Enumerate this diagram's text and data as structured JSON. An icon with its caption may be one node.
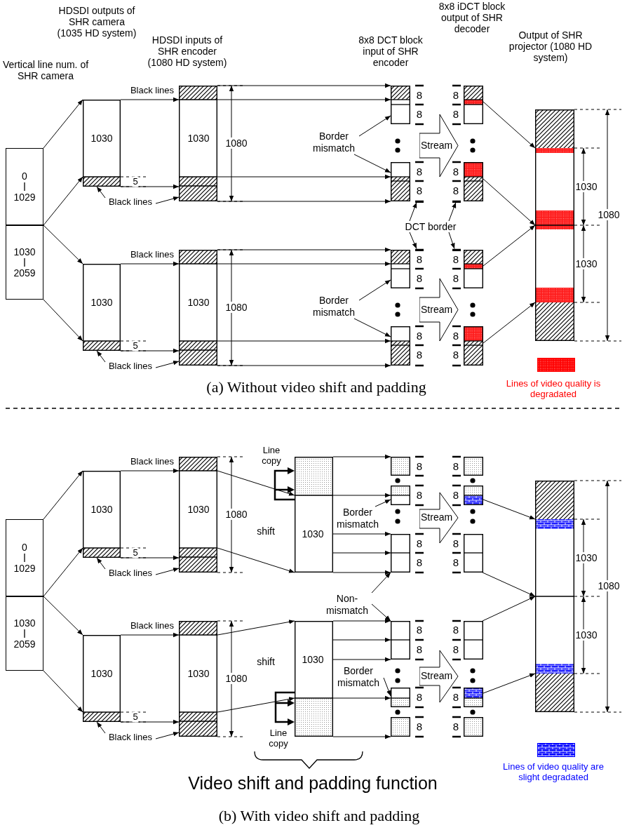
{
  "diagram": {
    "nodes": [
      {
        "text": [
          "0",
          "1029"
        ]
      },
      {
        "text": [
          "1030",
          "2059"
        ]
      },
      {
        "text": [],
        "shape": "box",
        "beside": [
          "5"
        ]
      },
      {
        "text": [],
        "shape": "box",
        "beside": [
          "5"
        ]
      },
      {
        "text": [],
        "shape": "box",
        "beside": [
          "1080"
        ]
      },
      {
        "text": [],
        "shape": "box",
        "beside": [
          "1080"
        ]
      },
      {
        "text": [],
        "shape": "box"
      },
      {
        "text": [],
        "shape": "box"
      },
      {
        "text": [],
        "shape": "box"
      },
      {
        "text": [],
        "shape": "box"
      },
      {
        "text": [],
        "shape": "box"
      },
      {
        "text": [],
        "shape": "box"
      },
      {
        "text": [],
        "shape": "box"
      },
      {
        "text": [],
        "shape": "box"
      },
      {
        "text": [
          "Stream"
        ]
      },
      {
        "text": [
          "Stream"
        ]
      },
      {
        "text": [],
        "shape": "box",
        "beside": [
          "1030",
          "1080",
          "1030"
        ]
      },
      {
        "text": [
          "Black lines"
        ]
      },
      {
        "text": [
          "Black lines"
        ]
      },
      {
        "text": [
          "Border mismatch"
        ]
      },
      {
        "text": [
          "Border mismatch"
        ]
      },
      {
        "text": [
          "DCT border"
        ]
      },
      {
        "text": [
          "0",
          "1029"
        ]
      },
      {
        "text": [
          "1030",
          "2059"
        ]
      },
      {
        "text": [],
        "shape": "box",
        "beside": [
          "5"
        ]
      },
      {
        "text": [],
        "shape": "box",
        "beside": [
          "5"
        ]
      },
      {
        "text": [],
        "shape": "box",
        "beside": [
          "1080"
        ]
      },
      {
        "text": [],
        "shape": "box",
        "beside": [
          "1080"
        ]
      },
      {
        "text": [],
        "shape": "box"
      },
      {
        "text": [],
        "shape": "box"
      },
      {
        "text": [],
        "shape": "box"
      },
      {
        "text": [],
        "shape": "box"
      },
      {
        "text": [],
        "shape": "box"
      },
      {
        "text": [],
        "shape": "box"
      },
      {
        "text": [],
        "shape": "box"
      },
      {
        "text": [],
        "shape": "box"
      },
      {
        "text": [],
        "shape": "box"
      },
      {
        "text": [],
        "shape": "box"
      },
      {
        "text": [],
        "shape": "box"
      },
      {
        "text": [],
        "shape": "box"
      },
      {
        "text": [],
        "shape": "box"
      },
      {
        "text": [],
        "shape": "box"
      },
      {
        "text": [
          "Stream"
        ]
      },
      {
        "text": [
          "Stream"
        ]
      },
      {
        "text": [],
        "shape": "box",
        "beside": [
          "1030",
          "1080",
          "1030"
        ]
      },
      {
        "text": [
          "Black lines"
        ]
      },
      {
        "text": [
          "Black lines"
        ]
      },
      {
        "text": [
          "Border mismatch"
        ]
      },
      {
        "text": [
          "Border mismatch"
        ]
      },
      {
        "text": [
          "Non-mismatch"
        ]
      },
      {
        "text": [],
        "shape": "bar"
      },
      {
        "text": [],
        "shape": "bar"
      },
      {
        "text": [],
        "shape": "bar"
      },
      {
        "text": [],
        "shape": "bar"
      }
    ],
    "edges": [
      {
        "from": 0,
        "to": 2,
        "arrow": "to"
      },
      {
        "from": 0,
        "to": 2,
        "arrow": "to"
      },
      {
        "from": 1,
        "to": 3,
        "arrow": "to"
      },
      {
        "from": 1,
        "to": 3,
        "arrow": "to"
      },
      {
        "from": 2,
        "to": 4,
        "arrow": "to",
        "label": "Black lines"
      },
      {
        "from": 2,
        "to": 4,
        "arrow": "to"
      },
      {
        "from": 3,
        "to": 5,
        "arrow": "to",
        "label": "Black lines"
      },
      {
        "from": 3,
        "to": 5,
        "arrow": "to"
      },
      {
        "from": 4,
        "to": 6,
        "arrow": "to"
      },
      {
        "from": 4,
        "to": 6,
        "arrow": "to"
      },
      {
        "from": 4,
        "to": 7,
        "arrow": "to"
      },
      {
        "from": 4,
        "to": 7,
        "arrow": "to"
      },
      {
        "from": 5,
        "to": 8,
        "arrow": "to"
      },
      {
        "from": 5,
        "to": 8,
        "arrow": "to"
      },
      {
        "from": 5,
        "to": 9,
        "arrow": "to"
      },
      {
        "from": 5,
        "to": 9,
        "arrow": "to"
      },
      {
        "from": 10,
        "to": 16,
        "arrow": "to"
      },
      {
        "from": 11,
        "to": 16,
        "arrow": "to"
      },
      {
        "from": 12,
        "to": 16,
        "arrow": "to"
      },
      {
        "from": 13,
        "to": 16,
        "arrow": "to"
      },
      {
        "from": 17,
        "to": 2,
        "arrow": "to"
      },
      {
        "from": 17,
        "to": 4,
        "arrow": "to"
      },
      {
        "from": 18,
        "to": 3,
        "arrow": "to"
      },
      {
        "from": 18,
        "to": 5,
        "arrow": "to"
      },
      {
        "from": 19,
        "to": 6,
        "arrow": "to"
      },
      {
        "from": 19,
        "to": 7,
        "arrow": "to"
      },
      {
        "from": 20,
        "to": 8,
        "arrow": "to"
      },
      {
        "from": 20,
        "to": 9,
        "arrow": "to"
      },
      {
        "from": 21,
        "to": 50,
        "arrow": "to"
      },
      {
        "from": 21,
        "to": 51,
        "arrow": "to"
      },
      {
        "from": 21,
        "to": 52,
        "arrow": "to"
      },
      {
        "from": 21,
        "to": 53,
        "arrow": "to"
      },
      {
        "from": 22,
        "to": 24,
        "arrow": "to"
      },
      {
        "from": 22,
        "to": 24,
        "arrow": "to"
      },
      {
        "from": 23,
        "to": 25,
        "arrow": "to"
      },
      {
        "from": 23,
        "to": 25,
        "arrow": "to"
      },
      {
        "from": 24,
        "to": 26,
        "arrow": "to",
        "label": "Black lines"
      },
      {
        "from": 24,
        "to": 26,
        "arrow": "to"
      },
      {
        "from": 25,
        "to": 27,
        "arrow": "to",
        "label": "Black lines"
      },
      {
        "from": 25,
        "to": 27,
        "arrow": "to"
      },
      {
        "from": 26,
        "to": 28,
        "arrow": "to"
      },
      {
        "from": 26,
        "to": 28,
        "arrow": "to"
      },
      {
        "from": 27,
        "to": 29,
        "arrow": "to"
      },
      {
        "from": 27,
        "to": 29,
        "arrow": "to"
      },
      {
        "from": 28,
        "to": 30,
        "arrow": "to"
      },
      {
        "from": 28,
        "to": 31,
        "arrow": "to"
      },
      {
        "from": 28,
        "to": 32,
        "arrow": "to"
      },
      {
        "from": 28,
        "to": 32,
        "arrow": "to"
      },
      {
        "from": 28,
        "to": 32,
        "arrow": "to"
      },
      {
        "from": 29,
        "to": 33,
        "arrow": "to"
      },
      {
        "from": 29,
        "to": 33,
        "arrow": "to"
      },
      {
        "from": 29,
        "to": 33,
        "arrow": "to"
      },
      {
        "from": 29,
        "to": 34,
        "arrow": "to"
      },
      {
        "from": 29,
        "to": 35,
        "arrow": "to"
      },
      {
        "from": 37,
        "to": 44,
        "arrow": "to"
      },
      {
        "from": 38,
        "to": 44,
        "arrow": "to"
      },
      {
        "from": 39,
        "to": 44,
        "arrow": "to"
      },
      {
        "from": 40,
        "to": 44,
        "arrow": "to"
      },
      {
        "from": 45,
        "to": 24,
        "arrow": "to"
      },
      {
        "from": 45,
        "to": 26,
        "arrow": "to"
      },
      {
        "from": 46,
        "to": 25,
        "arrow": "to"
      },
      {
        "from": 46,
        "to": 27,
        "arrow": "to"
      },
      {
        "from": 47,
        "to": 31,
        "arrow": "to"
      },
      {
        "from": 48,
        "to": 34,
        "arrow": "to"
      },
      {
        "from": 49,
        "to": 32,
        "arrow": "to"
      },
      {
        "from": 49,
        "to": 33,
        "arrow": "to"
      }
    ],
    "labels": [
      "HDSDI outputs of SHR camera (1035 HD system)",
      "Vertical line num. of SHR camera",
      "HDSDI inputs of SHR encoder (1080 HD system)",
      "8x8 DCT block input of SHR encoder",
      "8x8 iDCT block output of SHR decoder",
      "Output of SHR projector (1080 HD system)",
      "1030",
      "1030",
      "8",
      "8",
      "8",
      "8",
      "8",
      "8",
      "8",
      "8",
      "1030",
      "1030",
      "8",
      "8",
      "8",
      "8",
      "8",
      "8",
      "8",
      "8",
      "(a) Without video shift and padding",
      "Line copy",
      "1030",
      "1030",
      "shift",
      "1030",
      "8",
      "8",
      "8",
      "8",
      "8",
      "8",
      "8",
      "8",
      "1030",
      "1030",
      "shift",
      "1030",
      "8",
      "8",
      "8",
      "8",
      "8",
      "8",
      "8",
      "8",
      "Line copy",
      "Video shift and padding function",
      "(b) With video shift and padding"
    ],
    "legend": [
      {
        "text": "Lines of video quality is degradated",
        "color": "#ff0000"
      },
      {
        "text": "Lines of video quality are slight degradated",
        "color": "#0000ff"
      }
    ]
  }
}
